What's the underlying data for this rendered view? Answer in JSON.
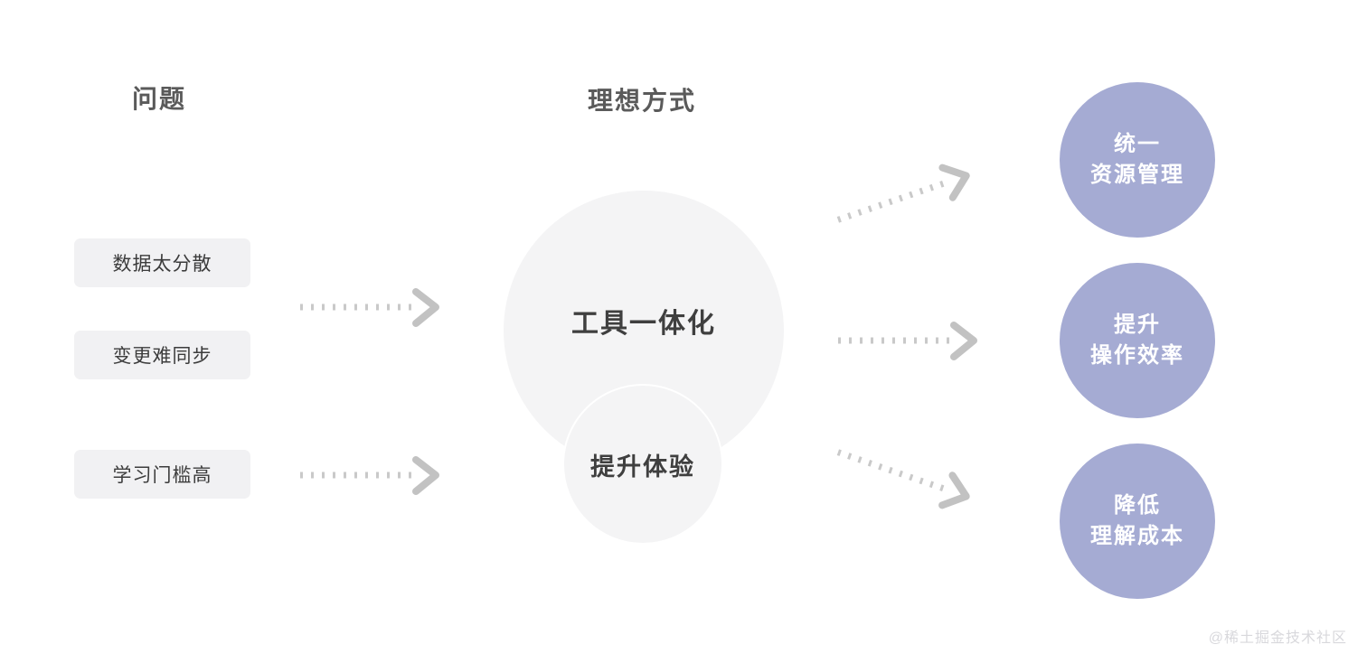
{
  "page": {
    "background_color": "#ffffff",
    "watermark": "@稀土掘金技术社区"
  },
  "headings": {
    "problems": "问题",
    "ideal": "理想方式"
  },
  "problems": {
    "items": [
      {
        "label": "数据太分散"
      },
      {
        "label": "变更难同步"
      },
      {
        "label": "学习门槛高"
      }
    ],
    "chip_color": "#f1f1f3",
    "text_color": "#3c3c3c"
  },
  "center": {
    "main": {
      "label": "工具一体化"
    },
    "sub": {
      "label": "提升体验"
    },
    "circle_color": "#f4f4f5",
    "text_color": "#3f3f3f"
  },
  "outcomes": {
    "circle_color": "#a5abd3",
    "text_color": "#ffffff",
    "items": [
      {
        "line1": "统一",
        "line2": "资源管理"
      },
      {
        "line1": "提升",
        "line2": "操作效率"
      },
      {
        "line1": "降低",
        "line2": "理解成本"
      }
    ]
  },
  "arrows": {
    "color": "#c9c9c9",
    "items": [
      {
        "name": "arrow-problems-to-center-top",
        "direction": "right",
        "style": "dotted-with-chevron"
      },
      {
        "name": "arrow-problems-to-center-bottom",
        "direction": "right",
        "style": "dotted-with-chevron"
      },
      {
        "name": "arrow-center-to-outcome-1",
        "direction": "up-right",
        "style": "dotted-with-chevron"
      },
      {
        "name": "arrow-center-to-outcome-2",
        "direction": "right",
        "style": "dotted-with-chevron"
      },
      {
        "name": "arrow-center-to-outcome-3",
        "direction": "down-right",
        "style": "dotted-with-chevron"
      }
    ]
  }
}
